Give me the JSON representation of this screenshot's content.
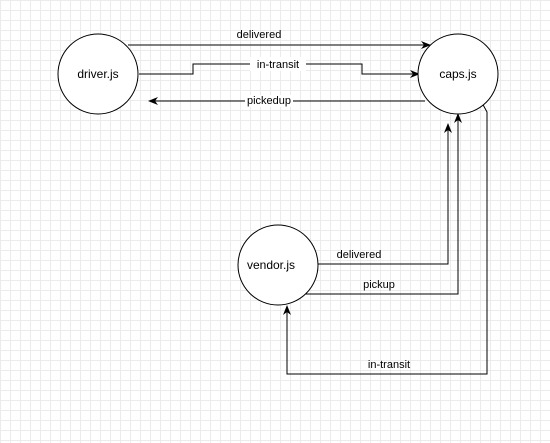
{
  "diagram": {
    "nodes": {
      "driver": {
        "label": "driver.js"
      },
      "caps": {
        "label": "caps.js"
      },
      "vendor": {
        "label": "vendor.js"
      }
    },
    "edges": {
      "driver_caps_delivered": {
        "label": "delivered",
        "from": "driver.js",
        "to": "caps.js"
      },
      "driver_caps_intransit": {
        "label": "in-transit",
        "from": "driver.js",
        "to": "caps.js"
      },
      "caps_driver_pickedup": {
        "label": "pickedup",
        "from": "caps.js",
        "to": "driver.js"
      },
      "vendor_caps_delivered": {
        "label": "delivered",
        "from": "vendor.js",
        "to": "caps.js"
      },
      "vendor_caps_pickup": {
        "label": "pickup",
        "from": "vendor.js",
        "to": "caps.js"
      },
      "caps_vendor_intransit": {
        "label": "in-transit",
        "from": "caps.js",
        "to": "vendor.js"
      }
    }
  }
}
